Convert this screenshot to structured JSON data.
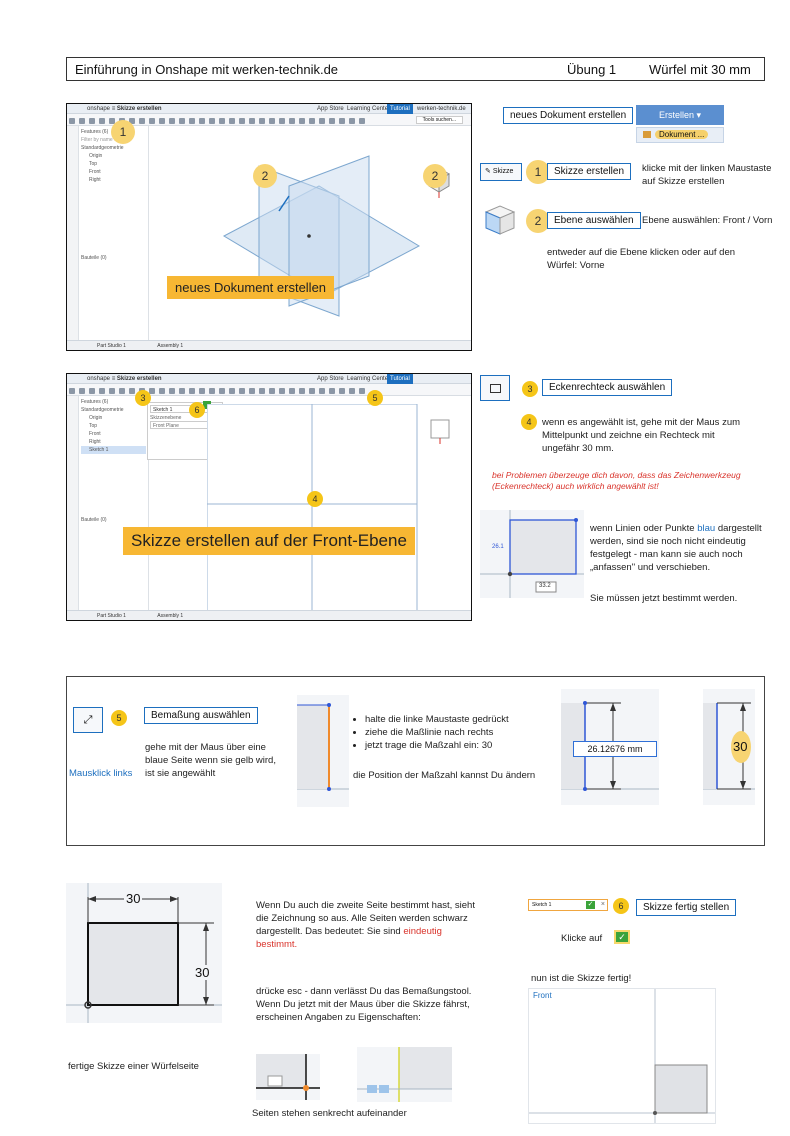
{
  "header": {
    "left": "Einführung in Onshape mit werken-technik.de",
    "exercise": "Übung 1",
    "subject": "Würfel mit 30 mm"
  },
  "sec1": {
    "app": {
      "title": "Skizze erstellen",
      "logo": "onshape",
      "features": "Features (6)",
      "filter": "Filter by name or type",
      "default_geometry": "Standardgeometrie",
      "origin": "Origin",
      "top": "Top",
      "front": "Front",
      "right": "Right",
      "parts": "Bauteile (0)",
      "tab_part": "Part Studio 1",
      "tab_asm": "Assembly 1",
      "app_store": "App Store",
      "learning": "Learning Center",
      "tutorial": "Tutorial",
      "user": "werken-technik.de",
      "search": "Tools suchen..."
    },
    "banner": "neues Dokument erstellen",
    "new_doc_box": "neues Dokument erstellen",
    "btn_create": "Erstellen ▾",
    "menu_doc": "Dokument ...",
    "sketch_btn": "Skizze",
    "step1": "Skizze erstellen",
    "step1_desc": "klicke mit der linken Maustaste auf Skizze erstellen",
    "step2": "Ebene auswählen",
    "step2_desc": "Ebene auswählen: Front / Vorn",
    "step2_more": "entweder auf die Ebene klicken oder auf den Würfel: Vorne"
  },
  "sec2": {
    "banner": "Skizze erstellen auf der Front-Ebene",
    "step3": "Eckenrechteck auswählen",
    "step4_desc": "wenn es angewählt ist, gehe mit der Maus zum Mittelpunkt und zeichne ein Rechteck mit ungefähr  30 mm.",
    "warn": "bei Problemen überzeuge dich davon, dass das Zeichenwerkzeug (Eckenrechteck) auch wirklich angewählt ist!",
    "blue_pre": "wenn Linien oder Punkte ",
    "blue_word": "blau",
    "blue_post": " dargestellt werden, sind sie noch nicht eindeutig festgelegt - man kann sie auch noch „anfassen\" und verschieben.",
    "must": "Sie müssen jetzt bestimmt werden.",
    "dim_left": "26.1",
    "dim_bottom": "33.2",
    "sketch_name": "Sketch 1",
    "front_plane": "Front Plane",
    "dialog_item1": "Skizzenebene",
    "dialog_item2": "Front Plane"
  },
  "sec3": {
    "step5": "Bemaßung auswählen",
    "desc": "gehe mit der Maus über eine blaue Seite wenn sie gelb wird, ist sie angewählt",
    "click": "Mausklick links",
    "bullets": [
      "halte die linke Maustaste gedrückt",
      "ziehe die Maßlinie nach rechts",
      "jetzt trage die Maßzahl ein: 30"
    ],
    "pos": "die Position der Maßzahl kannst Du ändern",
    "dim_value": "26.12676 mm",
    "dim_30": "30"
  },
  "sec4": {
    "dim_top": "30",
    "dim_right": "30",
    "caption": "fertige Skizze einer Würfelseite",
    "p1": "Wenn Du auch die zweite Seite bestimmt hast, sieht die Zeichnung so aus. Alle Seiten werden schwarz dargestellt. Das bedeutet: Sie sind",
    "p1_red": "eindeutig bestimmt.",
    "p2": "drücke esc    - dann verlässt Du das Bemaßungstool. Wenn Du jetzt mit der Maus über die Skizze fährst, erscheinen Angaben zu Eigenschaften:",
    "perp": "Seiten stehen senkrecht aufeinander",
    "step6": "Skizze fertig stellen",
    "click_on": "Klicke auf",
    "done": "nun ist die Skizze fertig!",
    "front": "Front",
    "sketch_field": "Sketch 1"
  },
  "colors": {
    "accent_blue": "#1d6fbf",
    "yellow": "#f5c518",
    "orange_banner": "#f7b733",
    "red": "#d9332b",
    "green": "#3aa33a"
  }
}
